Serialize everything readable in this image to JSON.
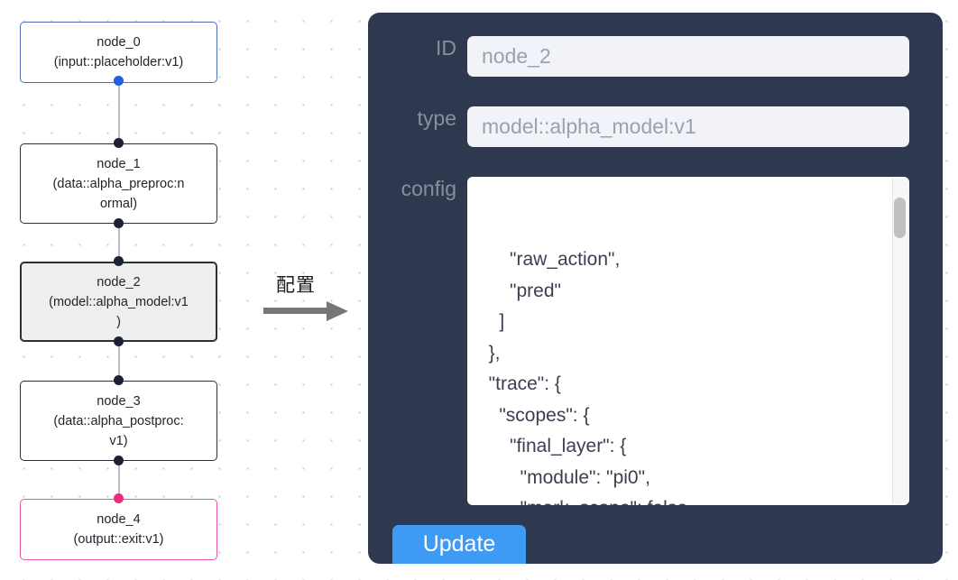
{
  "canvas": {
    "nodes": [
      {
        "id": "node_0",
        "label": "node_0\n(input::placeholder:v1)",
        "title": "node_0",
        "subtitle": "(input::placeholder:v1)",
        "kind": "input",
        "selected": false
      },
      {
        "id": "node_1",
        "label": "node_1\n(data::alpha_preproc:n\normal)",
        "title": "node_1",
        "subtitle": "(data::alpha_preproc:normal)",
        "kind": "default",
        "selected": false
      },
      {
        "id": "node_2",
        "label": "node_2\n(model::alpha_model:v1\n)",
        "title": "node_2",
        "subtitle": "(model::alpha_model:v1)",
        "kind": "default",
        "selected": true
      },
      {
        "id": "node_3",
        "label": "node_3\n(data::alpha_postproc:\nv1)",
        "title": "node_3",
        "subtitle": "(data::alpha_postproc:v1)",
        "kind": "default",
        "selected": false
      },
      {
        "id": "node_4",
        "label": "node_4\n(output::exit:v1)",
        "title": "node_4",
        "subtitle": "(output::exit:v1)",
        "kind": "output",
        "selected": false
      }
    ],
    "colors": {
      "input_border": "#4a6fb5",
      "output_border": "#e8539a",
      "default_border": "#2b2f3a",
      "selected_fill": "#eeeeee",
      "edge": "#b9bcc4",
      "handle": "#1c2133",
      "handle_input": "#1f5fe0",
      "handle_output": "#ec2d7d",
      "grid_dot": "#c9ccd6"
    }
  },
  "annotation": {
    "text": "配置",
    "arrow": "right-arrow"
  },
  "panel": {
    "background": "#2e3950",
    "fields": [
      {
        "key": "id",
        "label": "ID",
        "value": "node_2",
        "placeholder": "node_2"
      },
      {
        "key": "type",
        "label": "type",
        "value": "model::alpha_model:v1",
        "placeholder": "model::alpha_model:v1"
      },
      {
        "key": "config",
        "label": "config"
      }
    ],
    "config_value": "      \"raw_action\",\n      \"pred\"\n    ]\n  },\n  \"trace\": {\n    \"scopes\": {\n      \"final_layer\": {\n        \"module\": \"pi0\",\n        \"mark_scope\": false\n      },\n      \"action_model\": {",
    "update_label": "Update",
    "update_color": "#3d9bf5"
  }
}
